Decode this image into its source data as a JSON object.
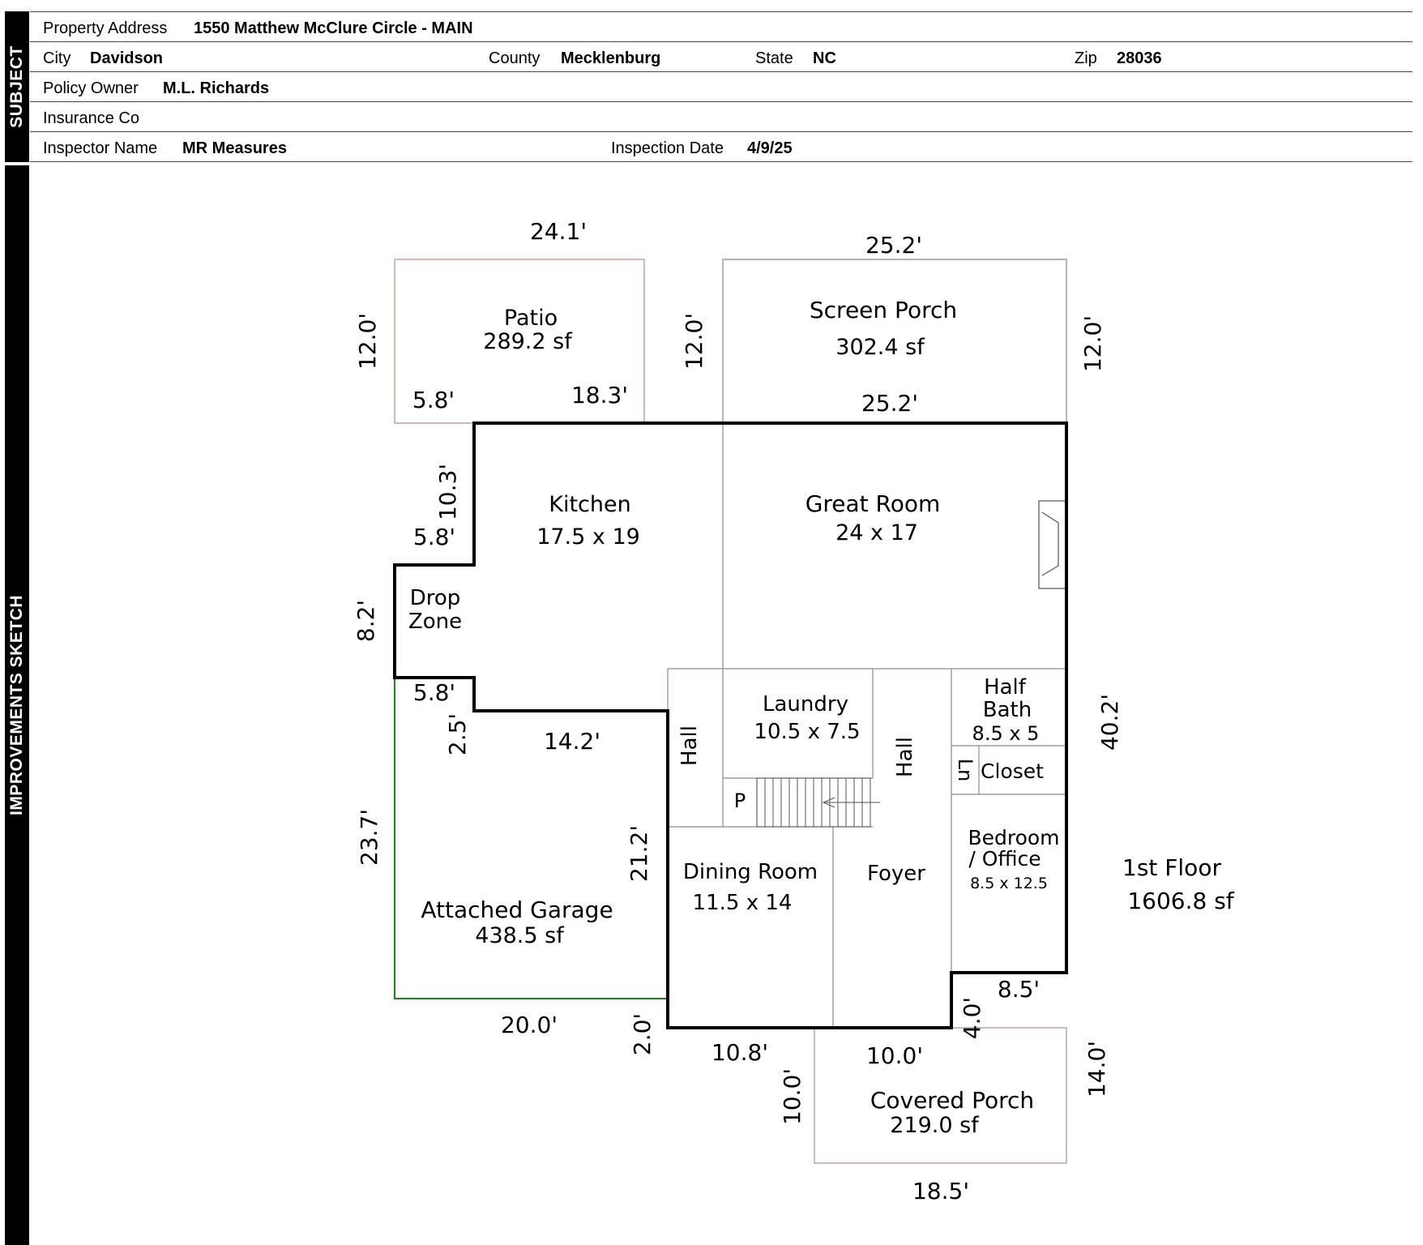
{
  "sections": {
    "subject": "SUBJECT",
    "sketch": "IMPROVEMENTS SKETCH"
  },
  "subject": {
    "property_address_label": "Property Address",
    "property_address": "1550 Matthew McClure Circle - MAIN",
    "city_label": "City",
    "city": "Davidson",
    "county_label": "County",
    "county": "Mecklenburg",
    "state_label": "State",
    "state": "NC",
    "zip_label": "Zip",
    "zip": "28036",
    "policy_owner_label": "Policy Owner",
    "policy_owner": "M.L. Richards",
    "insurance_co_label": "Insurance Co",
    "insurance_co": "",
    "inspector_name_label": "Inspector Name",
    "inspector_name": "MR Measures",
    "inspection_date_label": "Inspection Date",
    "inspection_date": "4/9/25"
  },
  "sketch": {
    "rooms": {
      "patio_name": "Patio",
      "patio_area": "289.2 sf",
      "screen_porch_name": "Screen Porch",
      "screen_porch_area": "302.4 sf",
      "kitchen_name": "Kitchen",
      "kitchen_size": "17.5 x 19",
      "great_room_name": "Great Room",
      "great_room_size": "24 x 17",
      "drop_zone_line1": "Drop",
      "drop_zone_line2": "Zone",
      "laundry_name": "Laundry",
      "laundry_size": "10.5 x 7.5",
      "hall_left": "Hall",
      "hall_right": "Hall",
      "half_bath_line1": "Half",
      "half_bath_line2": "Bath",
      "half_bath_size": "8.5 x 5",
      "linen": "Ln",
      "closet": "Closet",
      "pantry": "P",
      "bedroom_line1": "Bedroom",
      "bedroom_line2": "/ Office",
      "bedroom_size": "8.5 x 12.5",
      "dining_name": "Dining Room",
      "dining_size": "11.5 x 14",
      "foyer": "Foyer",
      "garage_name": "Attached Garage",
      "garage_area": "438.5 sf",
      "covered_porch_name": "Covered Porch",
      "covered_porch_area": "219.0 sf"
    },
    "floor_label": "1st Floor",
    "floor_area": "1606.8 sf",
    "dims": {
      "patio_top": "24.1'",
      "screen_porch_top": "25.2'",
      "patio_left": "12.0'",
      "patio_right": "12.0'",
      "screen_porch_right": "12.0'",
      "patio_bottom_left": "5.8'",
      "patio_bottom_right": "18.3'",
      "screen_porch_bottom": "25.2'",
      "kitchen_left": "10.3'",
      "kitchen_offset": "5.8'",
      "drop_zone_left": "8.2'",
      "drop_zone_bottom": "5.8'",
      "garage_step": "2.5'",
      "garage_top": "14.2'",
      "garage_left": "23.7'",
      "garage_right": "21.2'",
      "garage_bottom": "20.0'",
      "house_right": "40.2'",
      "bottom_step": "2.0'",
      "dining_bottom": "10.8'",
      "foyer_bottom": "10.0'",
      "bedroom_bottom": "8.5'",
      "bedroom_step": "4.0'",
      "porch_left": "10.0'",
      "porch_right": "14.0'",
      "porch_bottom": "18.5'"
    }
  }
}
